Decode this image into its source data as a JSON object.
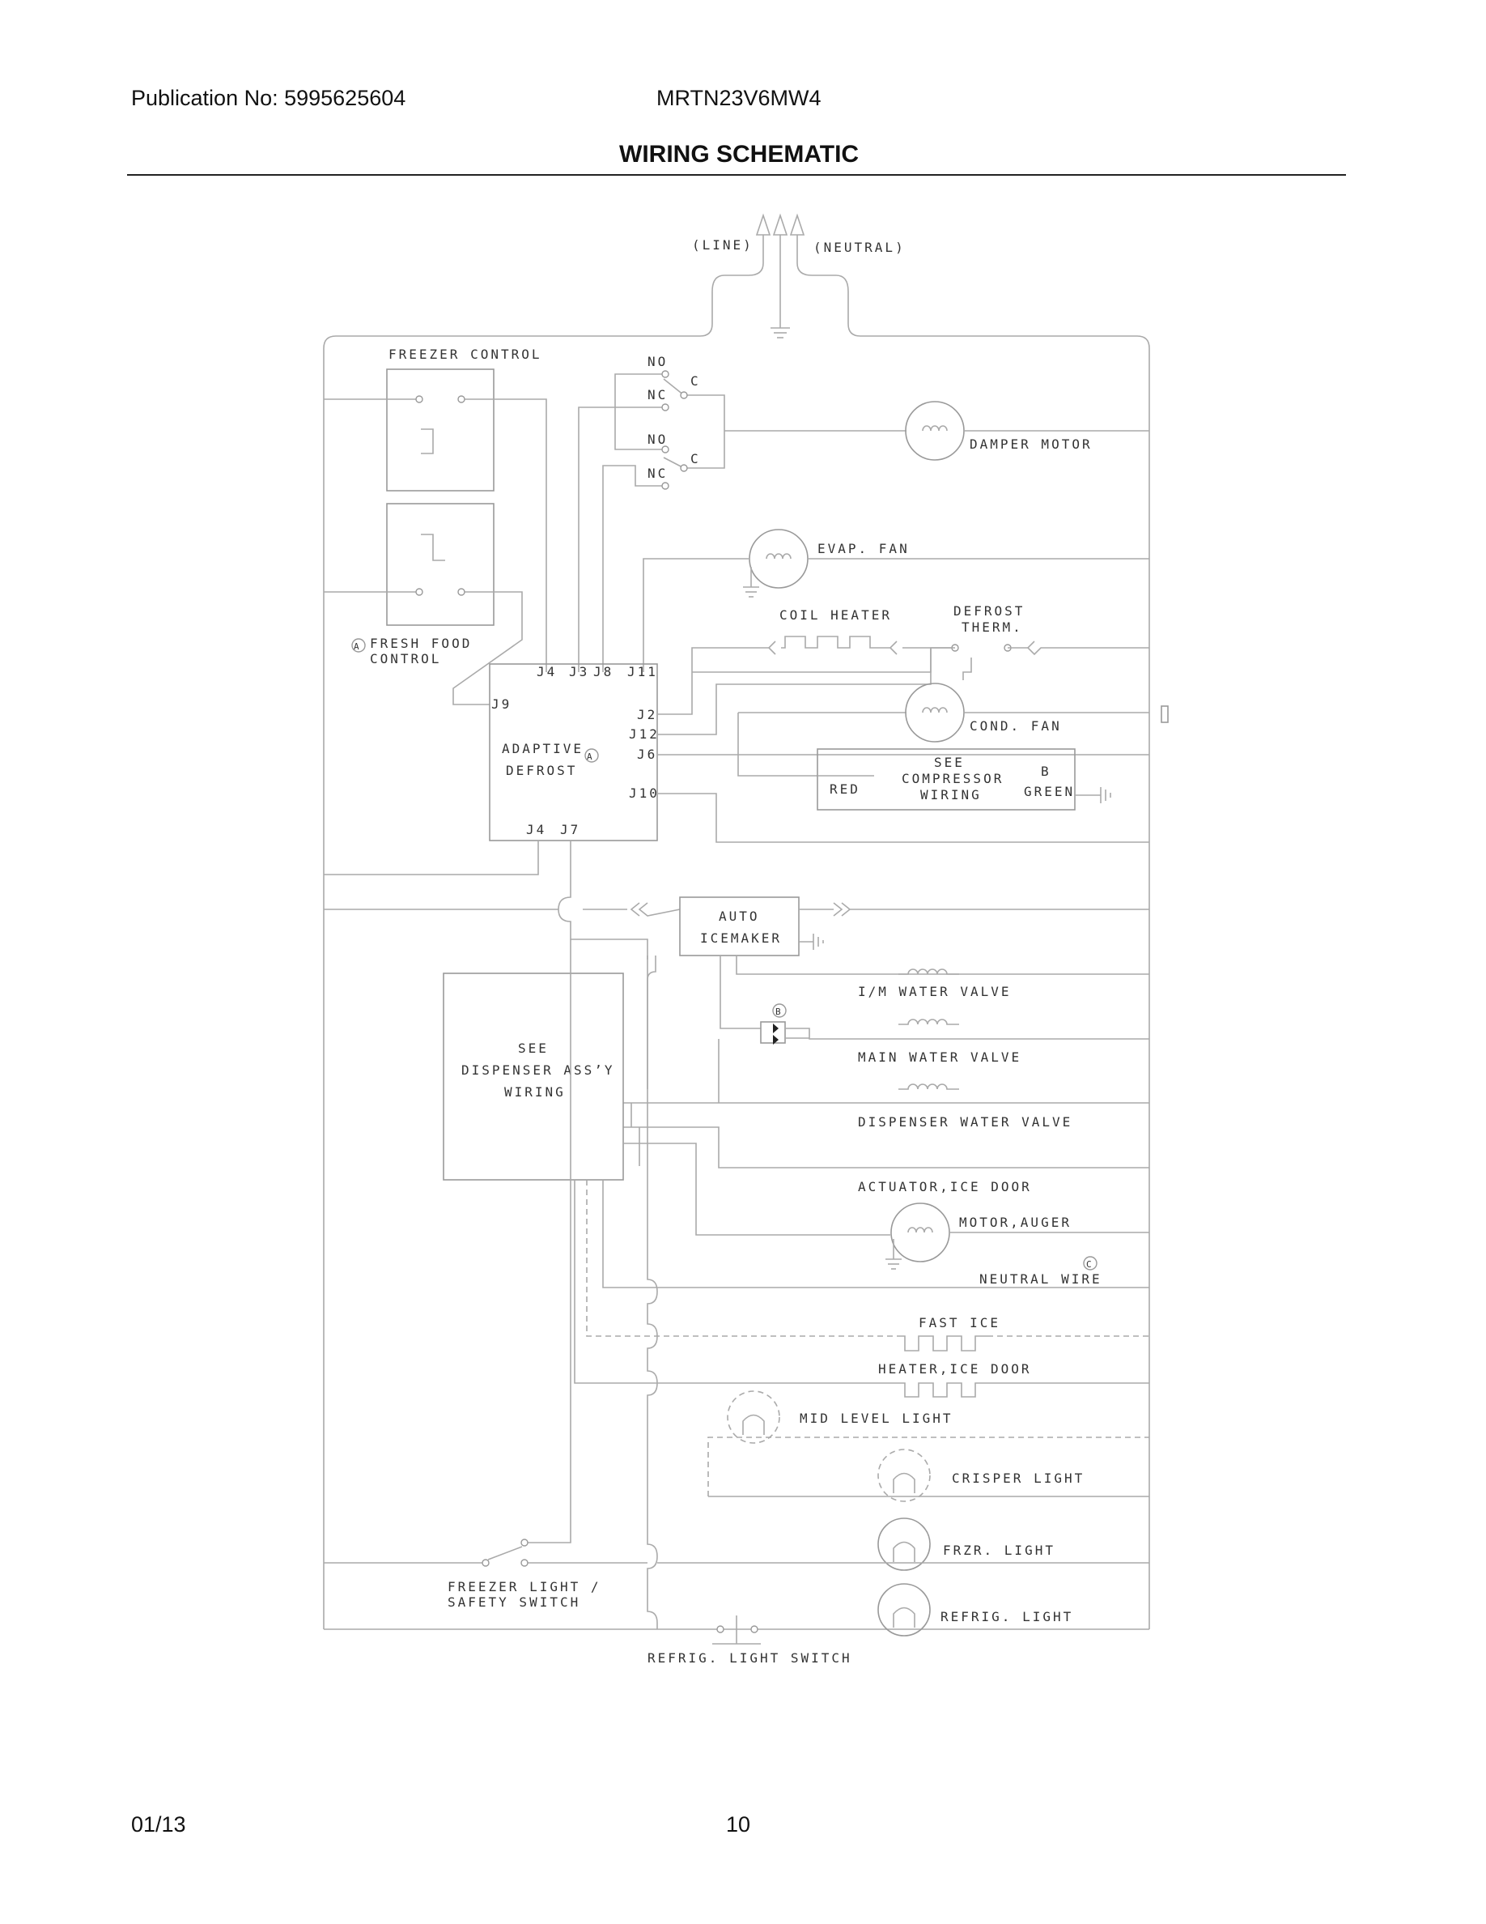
{
  "header": {
    "publication": "Publication No: 5995625604",
    "model": "MRTN23V6MW4",
    "title": "WIRING SCHEMATIC"
  },
  "footer": {
    "date": "01/13",
    "page": "10"
  },
  "schematic": {
    "line": "(LINE)",
    "neutral": "(NEUTRAL)",
    "freezer_control": "FREEZER CONTROL",
    "fresh_food_control_1": "FRESH FOOD",
    "fresh_food_control_2": "CONTROL",
    "no1": "NO",
    "nc1": "NC",
    "c1": "C",
    "no2": "NO",
    "nc2": "NC",
    "c2": "C",
    "damper_motor": "DAMPER MOTOR",
    "evap_fan": "EVAP. FAN",
    "coil_heater": "COIL HEATER",
    "defrost_therm_1": "DEFROST",
    "defrost_therm_2": "THERM.",
    "cond_fan": "COND. FAN",
    "see_compressor_1": "SEE",
    "see_compressor_2": "COMPRESSOR",
    "see_compressor_3": "WIRING",
    "red": "RED",
    "green": "GREEN",
    "marker_a": "A",
    "marker_b": "B",
    "marker_c": "C",
    "adaptive_1": "ADAPTIVE",
    "adaptive_2": "DEFROST",
    "j4": "J4",
    "j3": "J3",
    "j8": "J8",
    "j11": "J11",
    "j9": "J9",
    "j2": "J2",
    "j12": "J12",
    "j6": "J6",
    "j10": "J10",
    "j4b": "J4",
    "j7": "J7",
    "auto_icemaker_1": "AUTO",
    "auto_icemaker_2": "ICEMAKER",
    "im_water_valve": "I/M WATER VALVE",
    "main_water_valve": "MAIN WATER VALVE",
    "dispenser_water_valve": "DISPENSER WATER VALVE",
    "actuator_ice_door": "ACTUATOR,ICE DOOR",
    "motor_auger": "MOTOR,AUGER",
    "neutral_wire": "NEUTRAL WIRE",
    "see_dispenser_1": "SEE",
    "see_dispenser_2": "DISPENSER ASS’Y",
    "see_dispenser_3": "WIRING",
    "fast_ice": "FAST ICE",
    "heater_ice_door": "HEATER,ICE DOOR",
    "mid_level_light": "MID LEVEL LIGHT",
    "crisper_light": "CRISPER LIGHT",
    "frzr_light": "FRZR. LIGHT",
    "refrig_light": "REFRIG. LIGHT",
    "freezer_switch_1": "FREEZER LIGHT /",
    "freezer_switch_2": "SAFETY SWITCH",
    "refrig_light_switch": "REFRIG. LIGHT SWITCH"
  }
}
